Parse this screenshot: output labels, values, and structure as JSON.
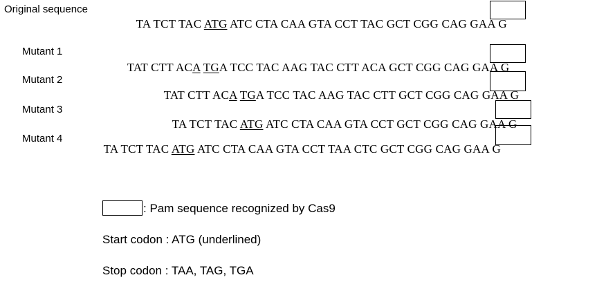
{
  "rows": [
    {
      "label": "Original sequence",
      "seq_pre": "TA TCT TAC ",
      "seq_u1": "ATG",
      "seq_mid": " ATC CTA CAA GTA CCT TAC GCT ",
      "seq_u2": "",
      "seq_pam": "CGG",
      "seq_post": " CAG GAA G"
    },
    {
      "label": "Mutant 1",
      "seq_pre": "TAT CTT AC",
      "seq_u1": "A",
      "seq_mid": " ",
      "seq_u2": "TG",
      "seq_mid2": "A TCC TAC AAG TAC CTT ACA GCT ",
      "seq_pam": "CGG",
      "seq_post": " CAG GAA G"
    },
    {
      "label": "Mutant 2",
      "seq_pre": "TAT CTT AC",
      "seq_u1": "A",
      "seq_mid": " ",
      "seq_u2": "TG",
      "seq_mid2": "A TCC TAC AAG TAC CTT GCT ",
      "seq_pam": "CGG",
      "seq_post": " CAG GAA G"
    },
    {
      "label": "Mutant 3",
      "seq_pre": "TA TCT TAC ",
      "seq_u1": "ATG",
      "seq_mid": " ATC CTA CAA GTA CCT GCT ",
      "seq_pam": "CGG",
      "seq_post": " CAG GAA G"
    },
    {
      "label": "Mutant 4",
      "seq_pre": "TA TCT TAC ",
      "seq_u1": "ATG",
      "seq_mid": " ATC CTA CAA GTA CCT TAA CTC GCT ",
      "seq_pam": "CGG",
      "seq_post": " CAG GAA G"
    }
  ],
  "legend": {
    "pam": ": Pam sequence recognized by Cas9",
    "start": "Start codon : ATG (underlined)",
    "stop": "Stop codon : TAA, TAG, TGA"
  }
}
